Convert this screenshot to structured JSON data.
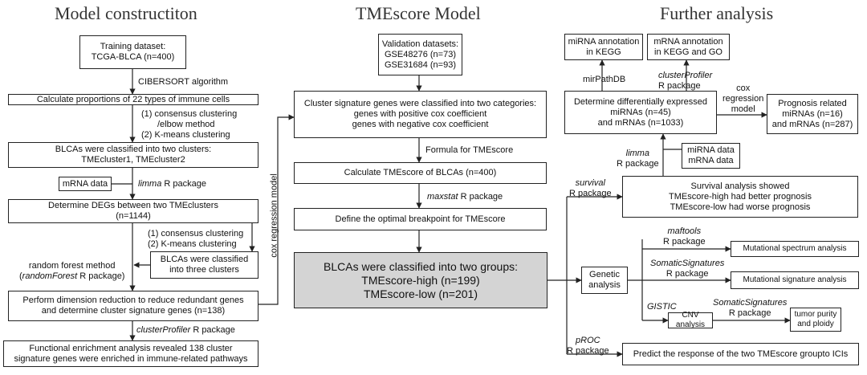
{
  "columns": {
    "left": "Model constructiton",
    "middle": "TMEscore Model",
    "right": "Further analysis"
  },
  "left": {
    "training": [
      "Training dataset:",
      "TCGA-BLCA (n=400)"
    ],
    "cibersort": "CIBERSORT algorithm",
    "proportions": [
      "Calculate proportions of 22 types of immune cells"
    ],
    "cluster_methods_1": [
      "(1) consensus clustering",
      "/elbow method",
      "(2) K-means clustering"
    ],
    "two_clusters": [
      "BLCAs were classified into two clusters:",
      "TMEcluster1, TMEcluster2"
    ],
    "mrna_data": "mRNA data",
    "limma_it": "limma",
    "limma_rest": "R package",
    "degs": [
      "Determine DEGs between two TMEclusters",
      "(n=1144)"
    ],
    "cluster_methods_2": [
      "(1) consensus clustering",
      "(2) K-means clustering"
    ],
    "three_clusters": [
      "BLCAs were classified",
      "into three clusters"
    ],
    "rf_line1": "random forest method",
    "rf_open": "(",
    "rf_italic": "randomForest",
    "rf_close": "R package)",
    "dim_reduction": [
      "Perform dimension reduction to reduce redundant genes",
      "and determine cluster signature genes (n=138)"
    ],
    "clusterprofiler_it": "clusterProfiler",
    "clusterprofiler_rest": "R package",
    "enrichment": [
      "Functional enrichment analysis revealed 138 cluster",
      "signature genes were enriched in immune-related pathways"
    ],
    "cox_model": "cox regression model"
  },
  "middle": {
    "validation": [
      "Validation datasets:",
      "GSE48276 (n=73)",
      "GSE31684 (n=93)"
    ],
    "categories": [
      "Cluster signature genes were classified into two categories:",
      "genes with positive cox coefficient",
      "genes with negative cox coefficient"
    ],
    "formula": "Formula for TMEscore",
    "calc": "Calculate TMEscore of BLCAs (n=400)",
    "maxstat_it": "maxstat",
    "maxstat_rest": "R package",
    "breakpoint": "Define the optimal breakpoint for TMEscore",
    "groups": [
      "BLCAs were classified into two groups:",
      "TMEscore-high (n=199)",
      "TMEscore-low (n=201)"
    ]
  },
  "right": {
    "mirna_kegg": [
      "miRNA annotation",
      "in KEGG"
    ],
    "mrna_kegg_go": [
      "mRNA annotation",
      "in KEGG and GO"
    ],
    "mirpathdb": "mirPathDB",
    "cp_it": "clusterProfiler",
    "cp_rest": "R package",
    "cox_lbl": [
      "cox",
      "regression",
      "model"
    ],
    "diff_expr": [
      "Determine differentially expressed",
      "miRNAs (n=45)",
      "and mRNAs (n=1033)"
    ],
    "prognosis": [
      "Prognosis related",
      "miRNAs (n=16)",
      "and mRNAs (n=287)"
    ],
    "limma_it": "limma",
    "limma_rest": "R package",
    "mirna_mrna_data": [
      "miRNA data",
      "mRNA data"
    ],
    "survival_it": "survival",
    "survival_rest": "R package",
    "survival_box": [
      "Survival analysis showed",
      "TMEscore-high had better prognosis",
      "TMEscore-low had worse prognosis"
    ],
    "genetic": [
      "Genetic",
      "analysis"
    ],
    "maftools_it": "maftools",
    "maftools_rest": "R package",
    "mut_spectrum": "Mutational spectrum  analysis",
    "somsig_it": "SomaticSignatures",
    "somsig_rest": "R package",
    "mut_signature": "Mutational signature analysis",
    "gistic_it": "GISTIC",
    "cnv": "CNV analysis",
    "somsig2_it": "SomaticSignatures",
    "somsig2_rest": "R package",
    "purity": [
      "tumor purity",
      "and ploidy"
    ],
    "proc_it": "pROC",
    "proc_rest": "R package",
    "predict": "Predict the response of the two TMEscore groupto ICIs"
  }
}
